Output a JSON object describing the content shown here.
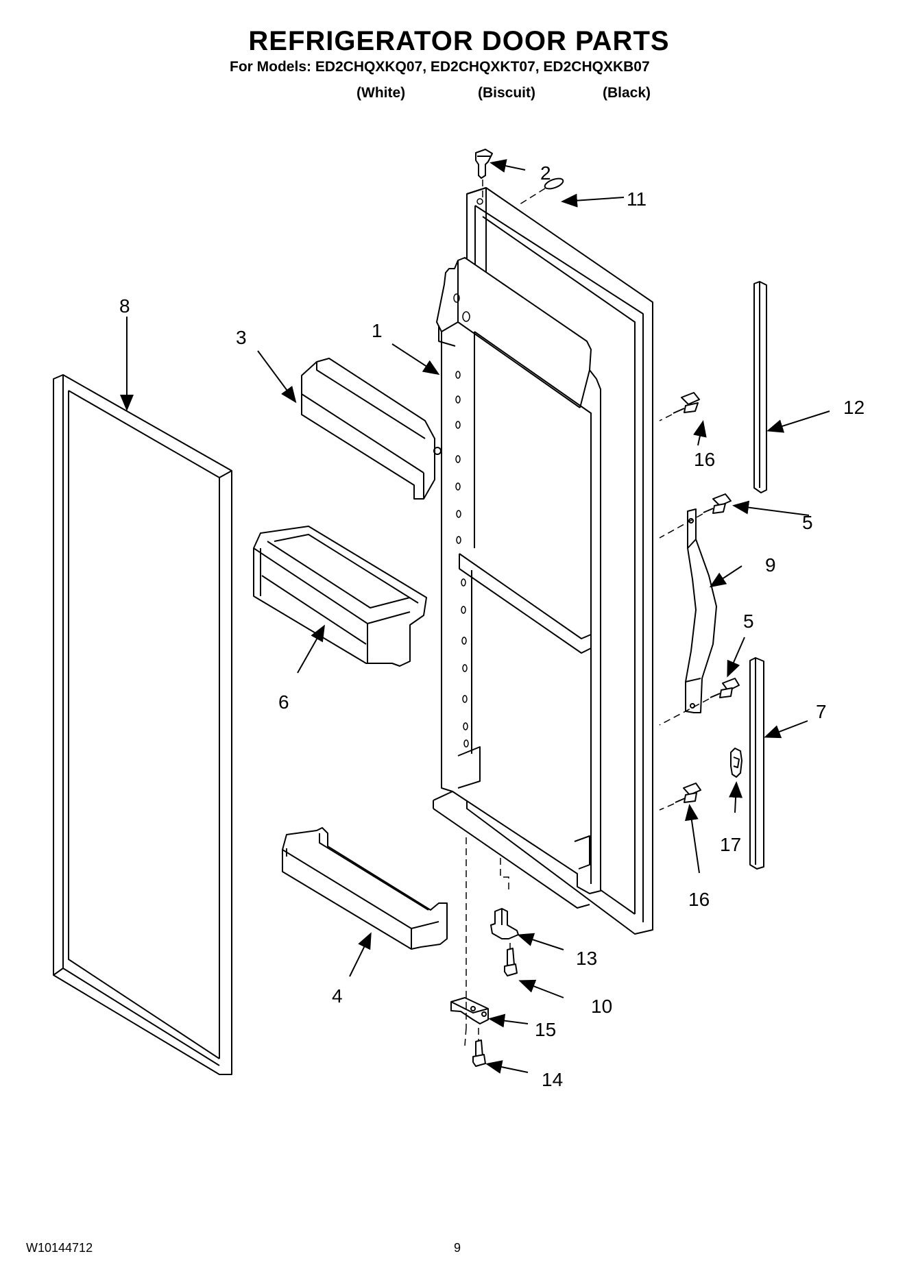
{
  "header": {
    "title": "REFRIGERATOR DOOR PARTS",
    "models": "For Models: ED2CHQXKQ07, ED2CHQXKT07, ED2CHQXKB07",
    "colors": [
      "(White)",
      "(Biscuit)",
      "(Black)"
    ]
  },
  "callouts": [
    "1",
    "2",
    "3",
    "4",
    "5",
    "5",
    "6",
    "7",
    "8",
    "9",
    "10",
    "11",
    "12",
    "13",
    "14",
    "15",
    "16",
    "16",
    "17"
  ],
  "footer": {
    "doc_number": "W10144712",
    "page": "9"
  }
}
